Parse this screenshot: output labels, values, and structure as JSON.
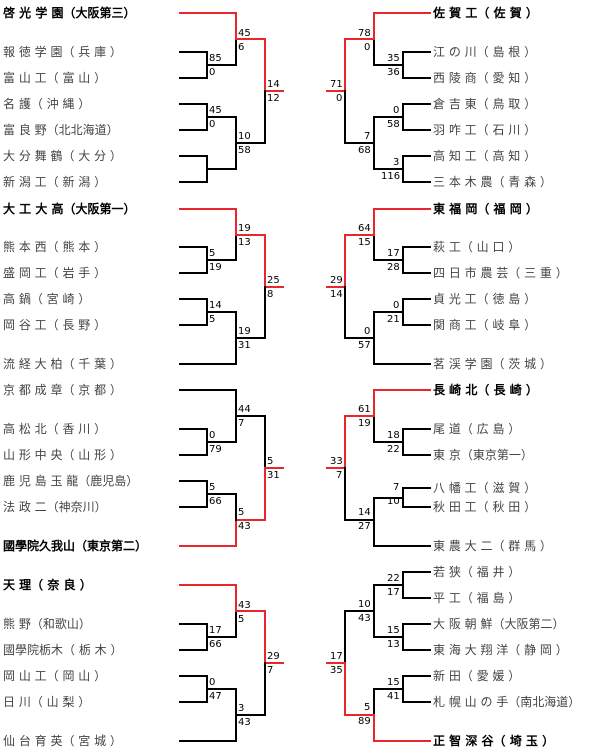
{
  "colors": {
    "win_line": "#e8262b",
    "lose_line": "#000000",
    "text": "#000000",
    "lose_text": "#444444"
  },
  "left_teams": [
    "啓 光 学 園（大阪第三）",
    "報 徳 学 園（ 兵 庫 ）",
    "富 山 工（ 富 山 ）",
    "名 護（ 沖 縄 ）",
    "富 良 野（北北海道）",
    "大 分 舞 鶴（ 大 分 ）",
    "新 潟 工（ 新 潟 ）",
    "大 工 大 高（大阪第一）",
    "熊 本 西（ 熊 本 ）",
    "盛 岡 工（ 岩 手 ）",
    "高 鍋（ 宮 崎 ）",
    "岡 谷 工（ 長 野 ）",
    "流 経 大 柏（ 千 葉 ）",
    "京 都 成 章（ 京 都 ）",
    "高 松 北（ 香 川 ）",
    "山 形 中 央（ 山 形 ）",
    "鹿 児 島 玉 龍（鹿児島）",
    "法 政 二（神奈川）",
    "國學院久我山（東京第二）",
    "天 理（ 奈 良 ）",
    "熊 野（和歌山）",
    "國學院栃木（ 栃 木 ）",
    "岡 山 工（ 岡 山 ）",
    "日 川（ 山 梨 ）",
    "仙 台 育 英（ 宮 城 ）"
  ],
  "right_teams": [
    "佐 賀 工（ 佐 賀 ）",
    "江 の 川（ 島 根 ）",
    "西 陵 商（ 愛 知 ）",
    "倉 吉 東（ 鳥 取 ）",
    "羽 咋 工（ 石 川 ）",
    "高 知 工（ 高 知 ）",
    "三 本 木 農（ 青 森 ）",
    "東 福 岡（ 福 岡 ）",
    "萩 工（ 山 口 ）",
    "四 日 市 農 芸（ 三 重 ）",
    "貞 光 工（ 徳 島 ）",
    "関 商 工（ 岐 阜 ）",
    "茗 渓 学 園（ 茨 城 ）",
    "長 崎 北（ 長 崎 ）",
    "尾 道（ 広 島 ）",
    "東 京（東京第一）",
    "八 幡 工（ 滋 賀 ）",
    "秋 田 工（ 秋 田 ）",
    "東 農 大 二（ 群 馬 ）",
    "若 狭（ 福 井 ）",
    "平 工（ 福 島 ）",
    "大 阪 朝 鮮（大阪第二）",
    "東 海 大 翔 洋（ 静 岡 ）",
    "新 田（ 愛 媛 ）",
    "札 幌 山 の 手（南北海道）",
    "正 智 深 谷（ 埼 玉 ）"
  ],
  "left_scores": [
    [
      "85",
      "0"
    ],
    [
      "45",
      "0"
    ],
    [
      "45",
      "6"
    ],
    [
      "10",
      "58"
    ],
    [
      "14",
      "12"
    ],
    [
      "5",
      "19"
    ],
    [
      "14",
      "5"
    ],
    [
      "19",
      "13"
    ],
    [
      "19",
      "31"
    ],
    [
      "25",
      "8"
    ],
    [
      "0",
      "79"
    ],
    [
      "5",
      "66"
    ],
    [
      "44",
      "7"
    ],
    [
      "5",
      "43"
    ],
    [
      "5",
      "31"
    ],
    [
      "17",
      "66"
    ],
    [
      "0",
      "47"
    ],
    [
      "43",
      "5"
    ],
    [
      "3",
      "43"
    ],
    [
      "29",
      "7"
    ]
  ],
  "right_scores": [
    [
      "35",
      "36"
    ],
    [
      "0",
      "58"
    ],
    [
      "3",
      "116"
    ],
    [
      "78",
      "0"
    ],
    [
      "7",
      "68"
    ],
    [
      "71",
      "0"
    ],
    [
      "17",
      "28"
    ],
    [
      "0",
      "21"
    ],
    [
      "64",
      "15"
    ],
    [
      "0",
      "57"
    ],
    [
      "29",
      "14"
    ],
    [
      "18",
      "22"
    ],
    [
      "7",
      "10"
    ],
    [
      "61",
      "19"
    ],
    [
      "14",
      "27"
    ],
    [
      "33",
      "7"
    ],
    [
      "22",
      "17"
    ],
    [
      "15",
      "13"
    ],
    [
      "15",
      "41"
    ],
    [
      "10",
      "43"
    ],
    [
      "5",
      "89"
    ],
    [
      "17",
      "35"
    ]
  ]
}
